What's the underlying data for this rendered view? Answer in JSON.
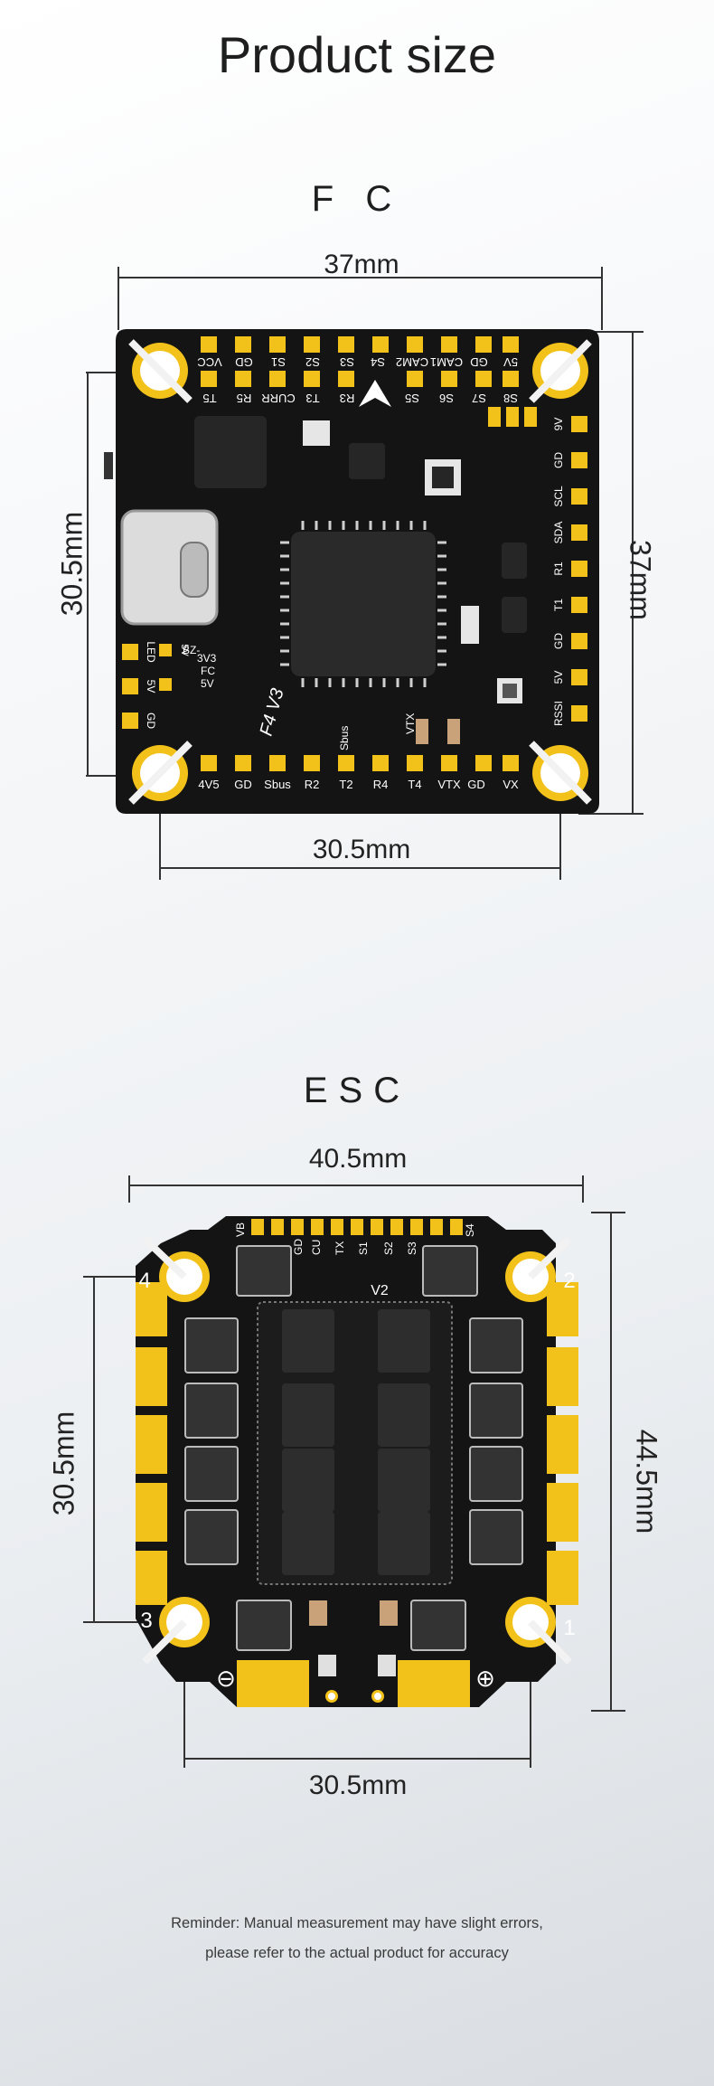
{
  "page_title": "Product size",
  "fc": {
    "title": "F C",
    "width_label": "37mm",
    "height_label": "37mm",
    "mount_h_label": "30.5mm",
    "mount_v_label": "30.5mm",
    "board_name": "F4 V3",
    "top_pads": [
      "VCC",
      "GD",
      "S1",
      "S2",
      "S3",
      "S4",
      "CAM2",
      "CAM1",
      "GD",
      "5V"
    ],
    "top_pads_inner": [
      "T5",
      "R5",
      "CURR",
      "T3",
      "R3",
      "S5",
      "S6",
      "S7",
      "S8"
    ],
    "right_pads": [
      "9V",
      "GD",
      "SCL",
      "SDA",
      "R1",
      "T1",
      "GD",
      "5V",
      "RSSI"
    ],
    "left_pads": [
      "LED",
      "5V",
      "GD"
    ],
    "left_labels": [
      "BZ-",
      "3V3",
      "FC",
      "5V"
    ],
    "bottom_pads": [
      "4V5",
      "GD",
      "Sbus",
      "R2",
      "T2",
      "R4",
      "T4",
      "VTX",
      "GD",
      "VX"
    ],
    "bottom_extra": [
      "Sbus",
      "VTX"
    ]
  },
  "esc": {
    "title": "ESC",
    "width_label": "40.5mm",
    "height_label": "44.5mm",
    "mount_h_label": "30.5mm",
    "mount_v_label": "30.5mm",
    "version": "V2",
    "top_pads": [
      "VB",
      "GD",
      "CU",
      "TX",
      "S1",
      "S2",
      "S3",
      "S4"
    ],
    "corner_numbers": [
      "4",
      "2",
      "3",
      "1"
    ],
    "neg_symbol": "⊖",
    "pos_symbol": "⊕"
  },
  "reminder": {
    "line1": "Reminder: Manual measurement may have slight errors,",
    "line2": "please refer to the actual product for accuracy"
  },
  "colors": {
    "board": "#141414",
    "pad_gold": "#f2c21a",
    "dim_line": "#333333"
  }
}
